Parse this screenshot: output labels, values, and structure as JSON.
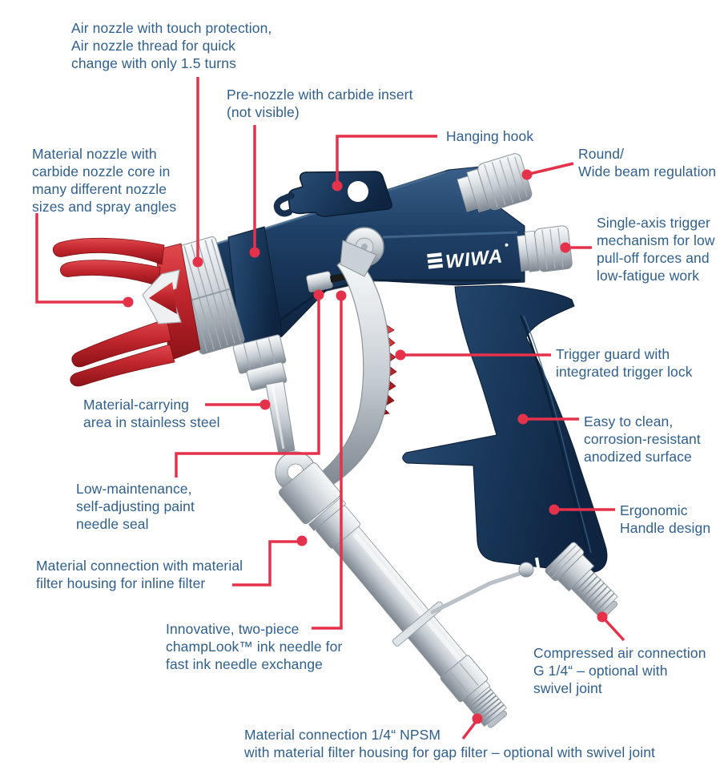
{
  "page": {
    "background": "#ffffff"
  },
  "colors": {
    "label_text": "#2e5f8f",
    "leader_red": "#e6314b",
    "gun_navy": "#1f4066",
    "gun_silver": "#c3cad0",
    "gun_red": "#c3282e"
  },
  "gun": {
    "brand_logo": "WIWA"
  },
  "labels": {
    "air_nozzle": {
      "lines": [
        "Air nozzle with touch protection,",
        "Air nozzle thread for quick",
        "change with only 1.5 turns"
      ]
    },
    "pre_nozzle": {
      "lines": [
        "Pre-nozzle with carbide insert",
        "(not visible)"
      ]
    },
    "material_nozzle": {
      "lines": [
        "Material nozzle with",
        "carbide nozzle core in",
        "many different nozzle",
        "sizes and spray angles"
      ]
    },
    "hanging_hook": {
      "lines": [
        "Hanging hook"
      ]
    },
    "round_wide_beam": {
      "lines": [
        "Round/",
        "Wide beam regulation"
      ]
    },
    "single_axis": {
      "lines": [
        "Single-axis trigger",
        "mechanism for low",
        "pull-off forces and",
        "low-fatigue work"
      ]
    },
    "trigger_guard": {
      "lines": [
        "Trigger guard with",
        "integrated trigger lock"
      ]
    },
    "material_carrying": {
      "lines": [
        "Material-carrying",
        "area in stainless steel"
      ]
    },
    "easy_clean": {
      "lines": [
        "Easy to clean,",
        "corrosion-resistant",
        "anodized surface"
      ]
    },
    "low_maintenance": {
      "lines": [
        "Low-maintenance,",
        "self-adjusting paint",
        "needle seal"
      ]
    },
    "ergonomic": {
      "lines": [
        "Ergonomic",
        "Handle design"
      ]
    },
    "material_inline": {
      "lines": [
        "Material connection with material",
        "filter housing for inline filter"
      ]
    },
    "champlook": {
      "lines": [
        "Innovative, two-piece",
        "champLook™ ink needle for",
        "fast ink needle exchange"
      ]
    },
    "compressed_air": {
      "lines": [
        "Compressed air connection",
        "G 1/4“ – optional with",
        "swivel joint"
      ]
    },
    "material_npsm": {
      "lines": [
        "Material connection 1/4“ NPSM",
        "with material filter housing for gap filter – optional with swivel joint"
      ]
    }
  }
}
